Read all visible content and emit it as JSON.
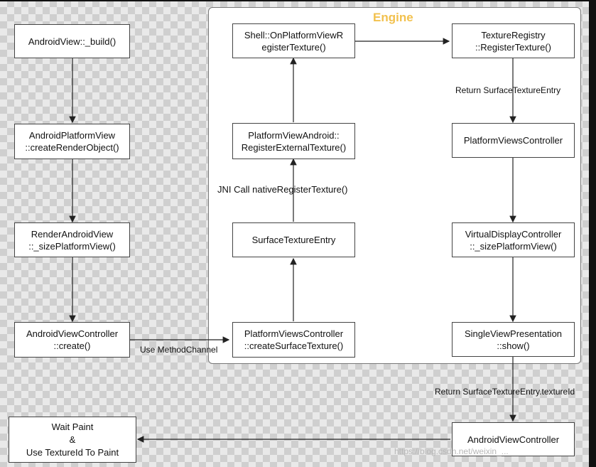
{
  "engine": {
    "title": "Engine"
  },
  "nodes": {
    "android_view_build": "AndroidView::_build()",
    "android_platform_view": "AndroidPlatformView\n::createRenderObject()",
    "render_android_view": "RenderAndroidView\n::_sizePlatformView()",
    "android_view_controller_create": "AndroidViewController\n::create()",
    "platform_views_controller_create_surface": "PlatformViewsController\n::createSurfaceTexture()",
    "surface_texture_entry": "SurfaceTextureEntry",
    "platform_view_android_register": "PlatformViewAndroid::\nRegisterExternalTexture()",
    "shell_register_texture": "Shell::OnPlatformViewR\negisterTexture()",
    "texture_registry": "TextureRegistry\n::RegisterTexture()",
    "platform_views_controller": "PlatformViewsController",
    "virtual_display_controller": "VirtualDisplayController\n::_sizePlatformView()",
    "single_view_presentation": "SingleViewPresentation\n::show()",
    "android_view_controller": "AndroidViewController",
    "wait_paint": "Wait Paint\n&\nUse TextureId To Paint"
  },
  "edge_labels": {
    "use_method_channel": "Use MethodChannel",
    "jni_call": "JNI Call nativeRegisterTexture()",
    "return_surface_texture_entry": "Return SurfaceTextureEntry",
    "return_texture_id": "Return SurfaceTextureEntry.textureId"
  },
  "watermark": "https://blog.csdn.net/weixin_..."
}
